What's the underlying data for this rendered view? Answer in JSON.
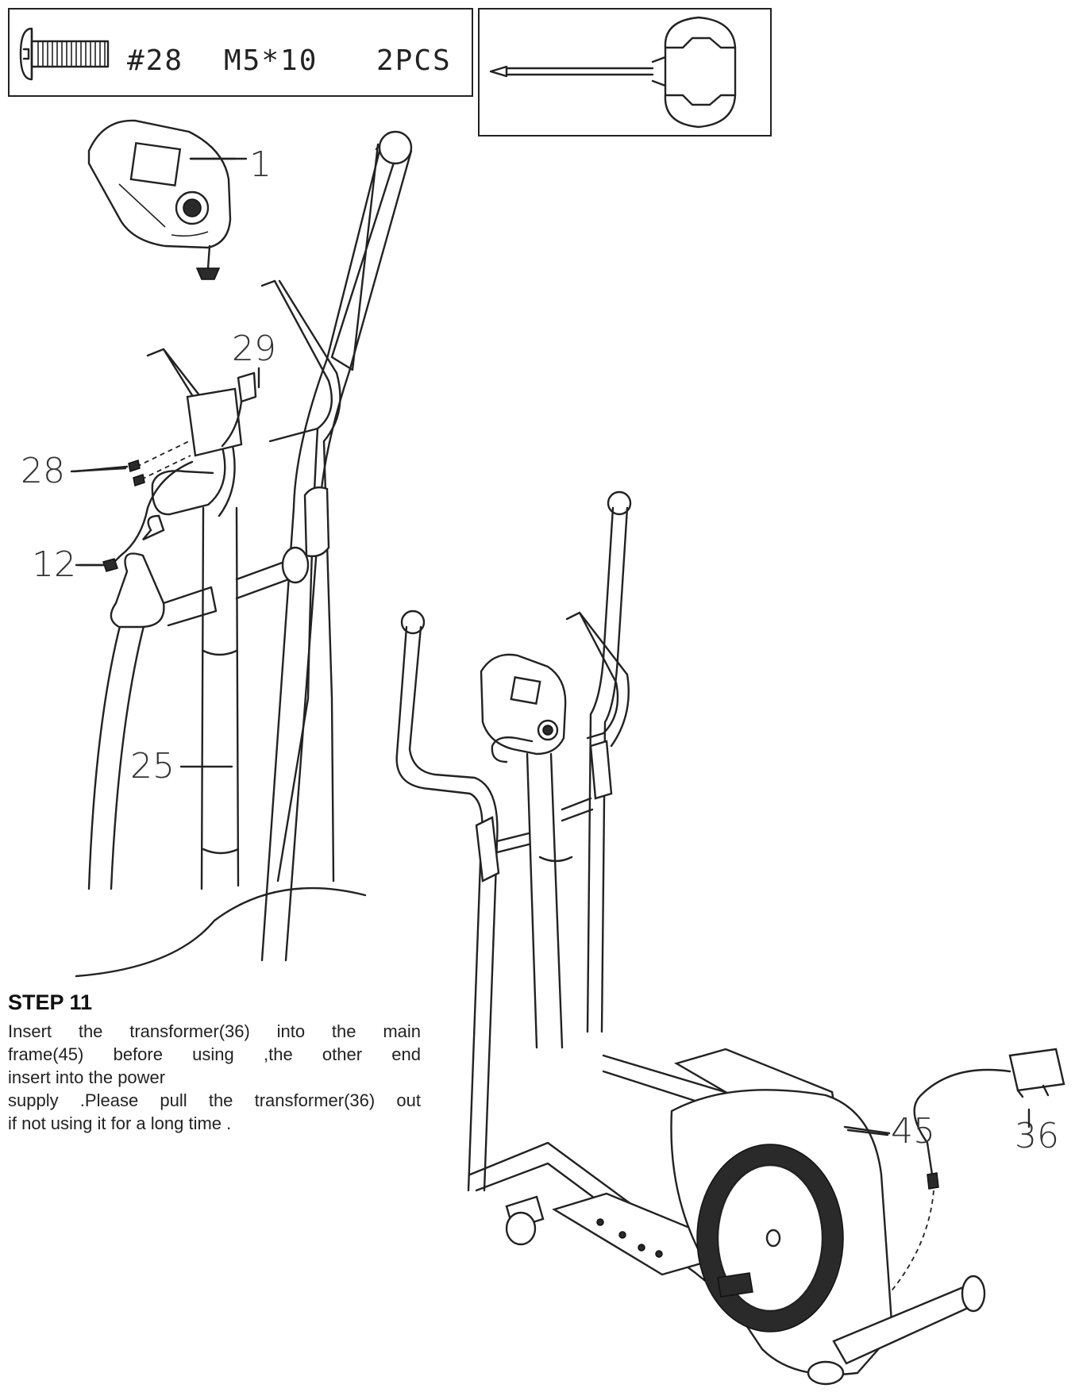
{
  "hardware": {
    "part_no": "#28",
    "spec": "M5*10",
    "qty": "2PCS"
  },
  "callouts": {
    "c1": "1",
    "c29": "29",
    "c28": "28",
    "c12": "12",
    "c25": "25",
    "c45": "45",
    "c36": "36"
  },
  "step": {
    "title": "STEP 11",
    "lines": [
      "Insert the transformer(36) into the main",
      "frame(45) before using ,the other end",
      "insert into the power",
      "supply .Please pull the transformer(36) out",
      "if not using it for a long time ."
    ]
  }
}
